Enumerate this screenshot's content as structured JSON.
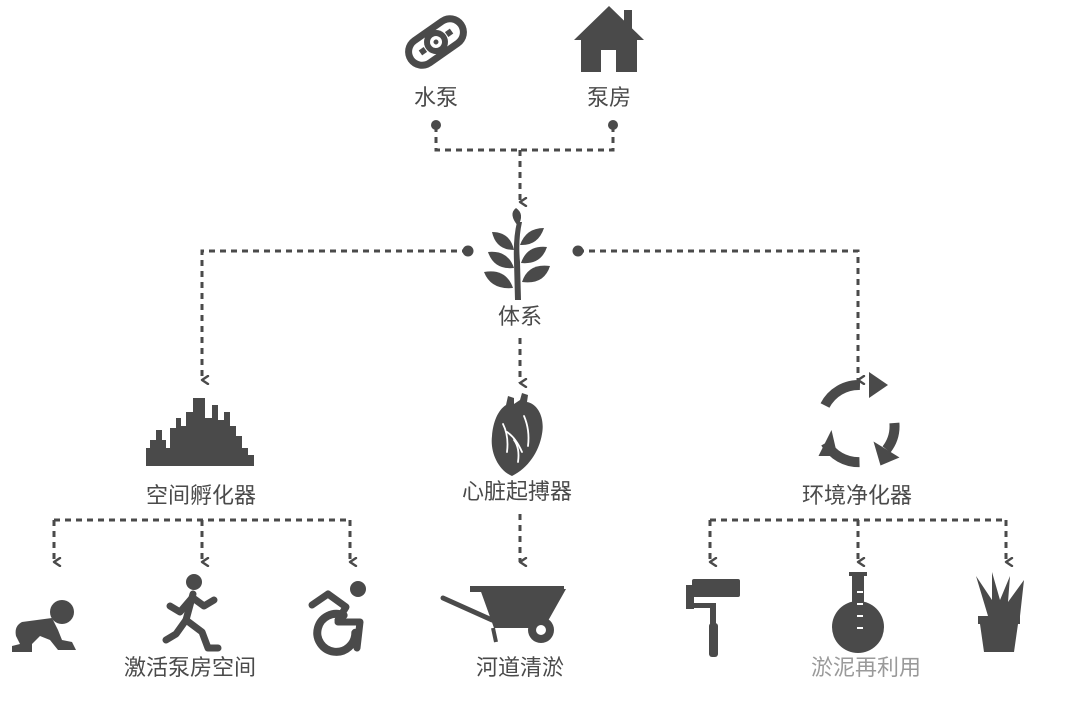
{
  "diagram": {
    "colors": {
      "ink": "#4a4a4a",
      "muted_text": "#9a9a9a",
      "background": "#ffffff"
    },
    "nodes": {
      "pump": {
        "label": "水泵",
        "icon": "water-pump-icon"
      },
      "pump_house": {
        "label": "泵房",
        "icon": "house-icon"
      },
      "system": {
        "label": "体系",
        "icon": "plant-icon"
      },
      "space_incubator": {
        "label": "空间孵化器",
        "icon": "city-skyline-icon"
      },
      "heart_pacemaker": {
        "label": "心脏起搏器",
        "icon": "heart-icon"
      },
      "env_purifier": {
        "label": "环境净化器",
        "icon": "recycle-icon"
      },
      "activate_pump_space": {
        "label": "激活泵房空间",
        "icons": [
          "crawling-baby-icon",
          "runner-icon",
          "wheelchair-icon"
        ]
      },
      "river_dredging": {
        "label": "河道清淤",
        "icon": "wheelbarrow-icon"
      },
      "silt_reuse": {
        "label": "淤泥再利用",
        "icons": [
          "paint-roller-icon",
          "flask-icon",
          "potted-plant-icon"
        ]
      }
    }
  }
}
